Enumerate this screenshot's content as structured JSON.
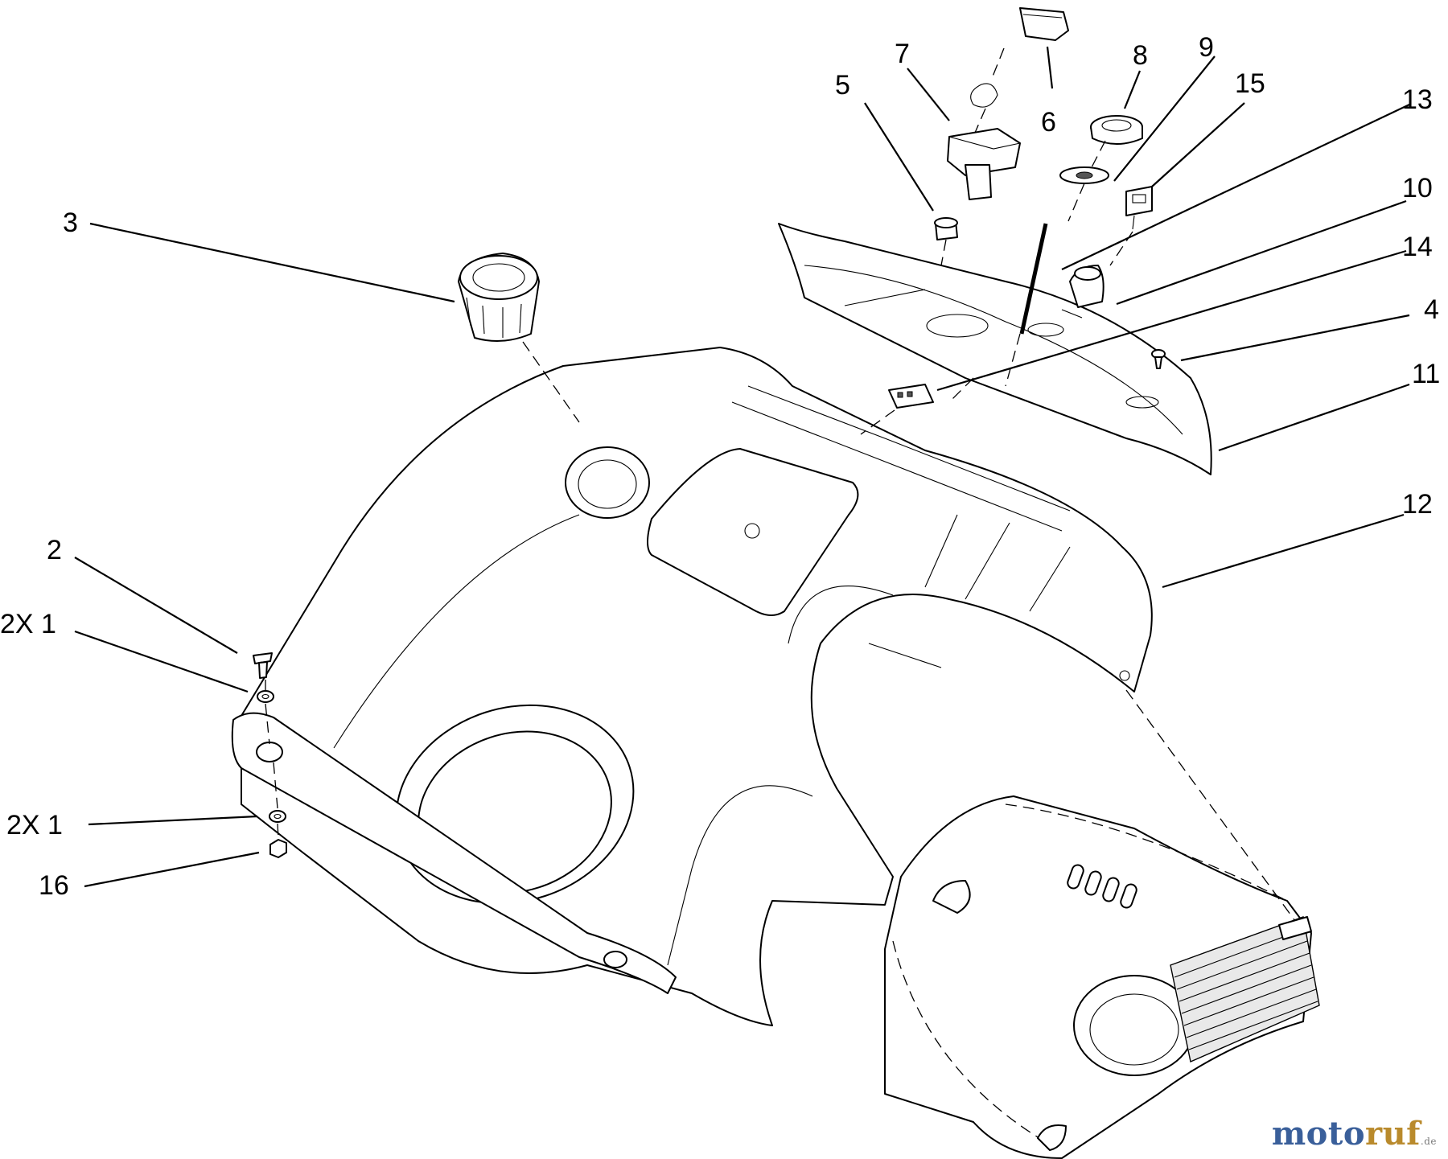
{
  "callouts": {
    "c1": "1",
    "c2": "2",
    "c3": "3",
    "c4": "4",
    "c5": "5",
    "c6": "6",
    "c7": "7",
    "c8": "8",
    "c9": "9",
    "c10": "10",
    "c11": "11",
    "c12": "12",
    "c13": "13",
    "c14": "14",
    "c15": "15",
    "c16": "16",
    "c1_qty_top": "2X 1",
    "c1_qty_bottom": "2X 1"
  },
  "watermark": {
    "main": "moto",
    "accent": "ruf",
    "tld": ".de"
  }
}
